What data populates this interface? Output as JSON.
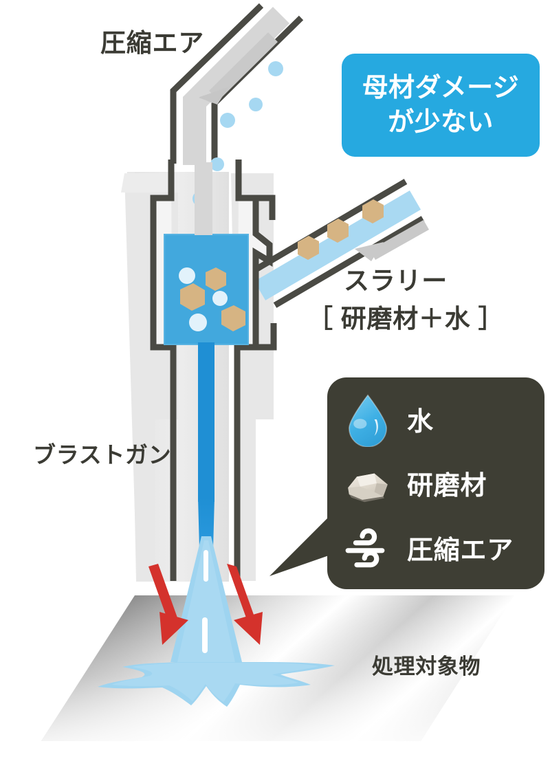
{
  "diagram": {
    "title": "Wet blast gun cross-section diagram",
    "labels": {
      "compressed_air": "圧縮エア",
      "blast_gun": "ブラストガン",
      "target_object": "処理対象物",
      "slurry": "スラリー",
      "slurry_composition": "［ 研磨材＋水 ］"
    },
    "callout": {
      "line1": "母材ダメージ",
      "line2": "が少ない",
      "bg_color": "#26a9e0",
      "text_color": "#ffffff"
    },
    "legend": {
      "bg_color": "#3e3e34",
      "items": [
        {
          "icon": "water-drop-icon",
          "label": "水",
          "color": "#4cb8e8"
        },
        {
          "icon": "abrasive-rock-icon",
          "label": "研磨材",
          "color": "#ded8cd"
        },
        {
          "icon": "compressed-air-wind-icon",
          "label": "圧縮エア",
          "color": "#ffffff"
        }
      ]
    },
    "colors": {
      "outline": "#4a4a44",
      "gun_shell": "#e6e6e6",
      "gun_wall": "#f0f0f0",
      "chamber_fill": "#42a8dd",
      "jet_blue": "#1f8fd4",
      "spray_blue": "#9ed4f0",
      "slurry_stream": "#a9d9f2",
      "abrasive_particle": "#d6b483",
      "water_bubble": "#dff0fb",
      "air_stream": "#d6d6d6",
      "air_dot": "#a6d8f2",
      "arrow_red": "#d4322c",
      "workpiece_light": "#ffffff",
      "workpiece_dark": "#8c8c8c"
    },
    "flow_arrows": [
      {
        "name": "compressed-air-direction",
        "color": "#c9c9c9",
        "direction": "down-left"
      },
      {
        "name": "slurry-direction",
        "color": "#c9c9c9",
        "direction": "down-left"
      },
      {
        "name": "impact-arrow-left",
        "color": "#d4322c",
        "direction": "down-right"
      },
      {
        "name": "impact-arrow-right",
        "color": "#d4322c",
        "direction": "down-right"
      }
    ]
  }
}
